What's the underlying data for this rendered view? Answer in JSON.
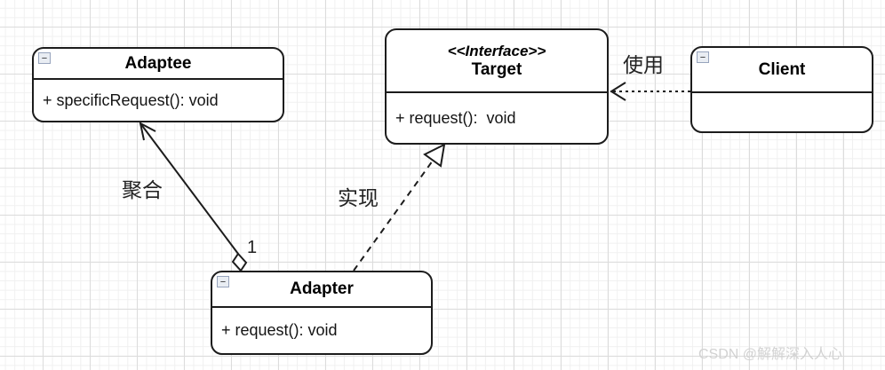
{
  "watermark": "CSDN @解解深入人心",
  "icons": {
    "collapse": "−"
  },
  "classes": {
    "adaptee": {
      "title": "Adaptee",
      "member": "+ specificRequest(): void"
    },
    "target": {
      "stereotype": "<<Interface>>",
      "title": "Target",
      "member": "+ request():  void"
    },
    "client": {
      "title": "Client"
    },
    "adapter": {
      "title": "Adapter",
      "member": "+ request(): void"
    }
  },
  "relations": {
    "aggregation": {
      "label": "聚合",
      "multiplicity": "1"
    },
    "realization": {
      "label": "实现"
    },
    "dependency": {
      "label": "使用"
    }
  }
}
